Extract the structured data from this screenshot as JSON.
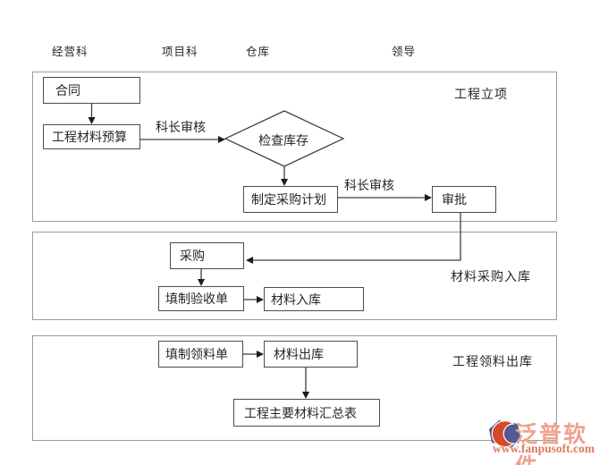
{
  "header": {
    "columns": [
      "经营科",
      "项目科",
      "仓库",
      "领导"
    ]
  },
  "sections": {
    "s1": "工程立项",
    "s2": "材料采购入库",
    "s3": "工程领料出库"
  },
  "nodes": {
    "contract": "合同",
    "material_budget": "工程材料预算",
    "check_inventory": "检查库存",
    "purchase_plan": "制定采购计划",
    "approval": "审批",
    "purchase": "采购",
    "acceptance_form": "填制验收单",
    "material_inbound": "材料入库",
    "requisition_form": "填制领料单",
    "material_outbound": "材料出库",
    "summary_table": "工程主要材料汇总表"
  },
  "edge_labels": {
    "review_1": "科长审核",
    "review_2": "科长审核"
  },
  "logo": {
    "brand": "泛普软件",
    "url": "www.fanpusoft.com"
  },
  "colors": {
    "section-border": "#9b9b9b",
    "box-border": "#4c4c4c",
    "line": "#3f3f3f",
    "text": "#262626",
    "logo-brand": "#efa28f",
    "logo-url": "#e07a5f",
    "logo-mark-blue": "#4f5a96",
    "logo-mark-orange": "#d8492b"
  }
}
